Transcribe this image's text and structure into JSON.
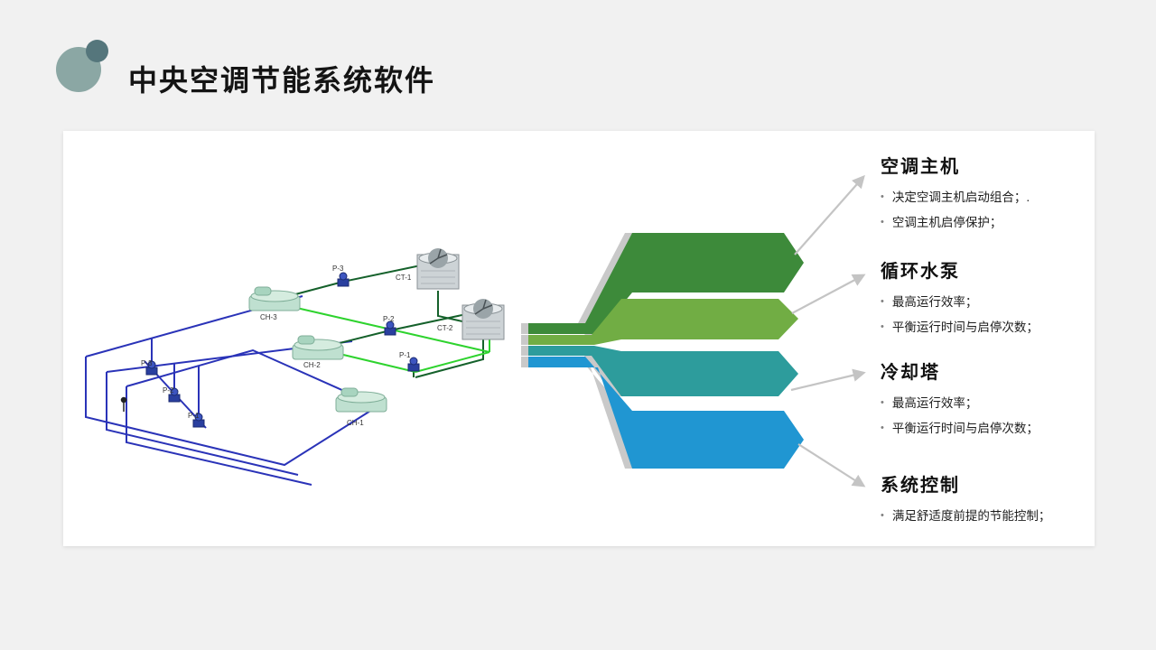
{
  "slide": {
    "title": "中央空调节能系统软件"
  },
  "sections": [
    {
      "title": "空调主机",
      "color": "#3d8a3a",
      "bullets": [
        "决定空调主机启动组合；.",
        "空调主机启停保护；"
      ]
    },
    {
      "title": "循环水泵",
      "color": "#71ad44",
      "bullets": [
        "最高运行效率；",
        "平衡运行时间与启停次数；"
      ]
    },
    {
      "title": "冷却塔",
      "color": "#2d9c9c",
      "bullets": [
        "最高运行效率；",
        "平衡运行时间与启停次数；"
      ]
    },
    {
      "title": "系统控制",
      "color": "#2096d2",
      "bullets": [
        "满足舒适度前提的节能控制；"
      ]
    }
  ],
  "diagram": {
    "equipment_labels": [
      "P-3",
      "CT-1",
      "CH-3",
      "P-2",
      "CT-2",
      "CH-2",
      "P-1",
      "CH-1",
      "P-3",
      "P-2",
      "P-1"
    ],
    "colors": {
      "chilled_water": "#2a33b8",
      "cooling_supply": "#15612b",
      "cooling_return": "#2ed32e"
    }
  },
  "colors": {
    "ribbon_shadow": "#c9c9c9",
    "connector": "#c4c4c4"
  },
  "ui": {
    "bullet_char": "•"
  }
}
